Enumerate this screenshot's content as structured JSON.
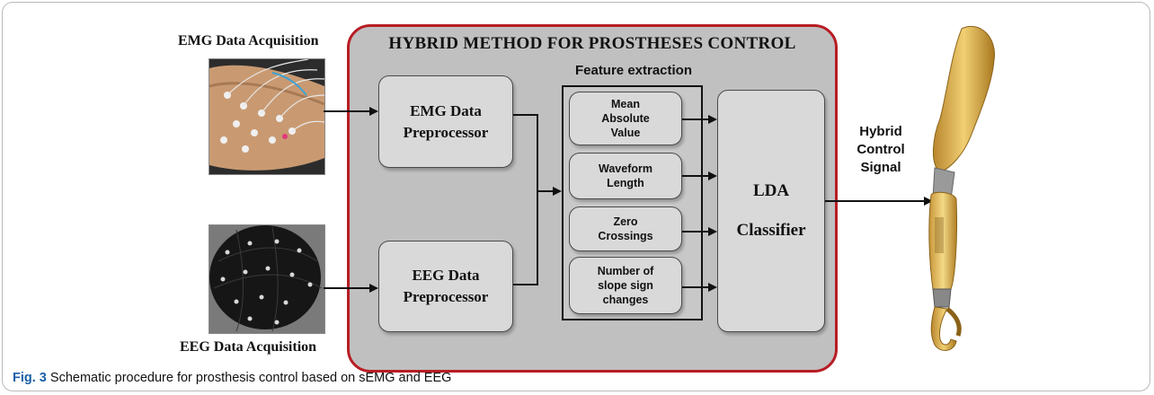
{
  "figure": {
    "caption_label": "Fig. 3",
    "caption_text": "Schematic procedure for prosthesis control based on sEMG and EEG"
  },
  "inputs": {
    "emg_label": "EMG Data Acquisition",
    "eeg_label": "EEG Data Acquisition"
  },
  "hybrid": {
    "title": "HYBRID METHOD FOR PROSTHESES CONTROL",
    "emg_preprocessor": [
      "EMG Data",
      "Preprocessor"
    ],
    "eeg_preprocessor": [
      "EEG Data",
      "Preprocessor"
    ],
    "feature_extraction_label": "Feature extraction",
    "features": [
      [
        "Mean",
        "Absolute",
        "Value"
      ],
      [
        "Waveform",
        "Length"
      ],
      [
        "Zero",
        "Crossings"
      ],
      [
        "Number of",
        "slope sign",
        "changes"
      ]
    ],
    "classifier": [
      "LDA",
      "Classifier"
    ]
  },
  "output": {
    "label": [
      "Hybrid",
      "Control",
      "Signal"
    ]
  },
  "colors": {
    "hybrid_border": "#b81d24",
    "hybrid_fill": "#c0c0c0",
    "box_fill": "#d9d9d9",
    "caption_accent": "#1a5ea8"
  }
}
